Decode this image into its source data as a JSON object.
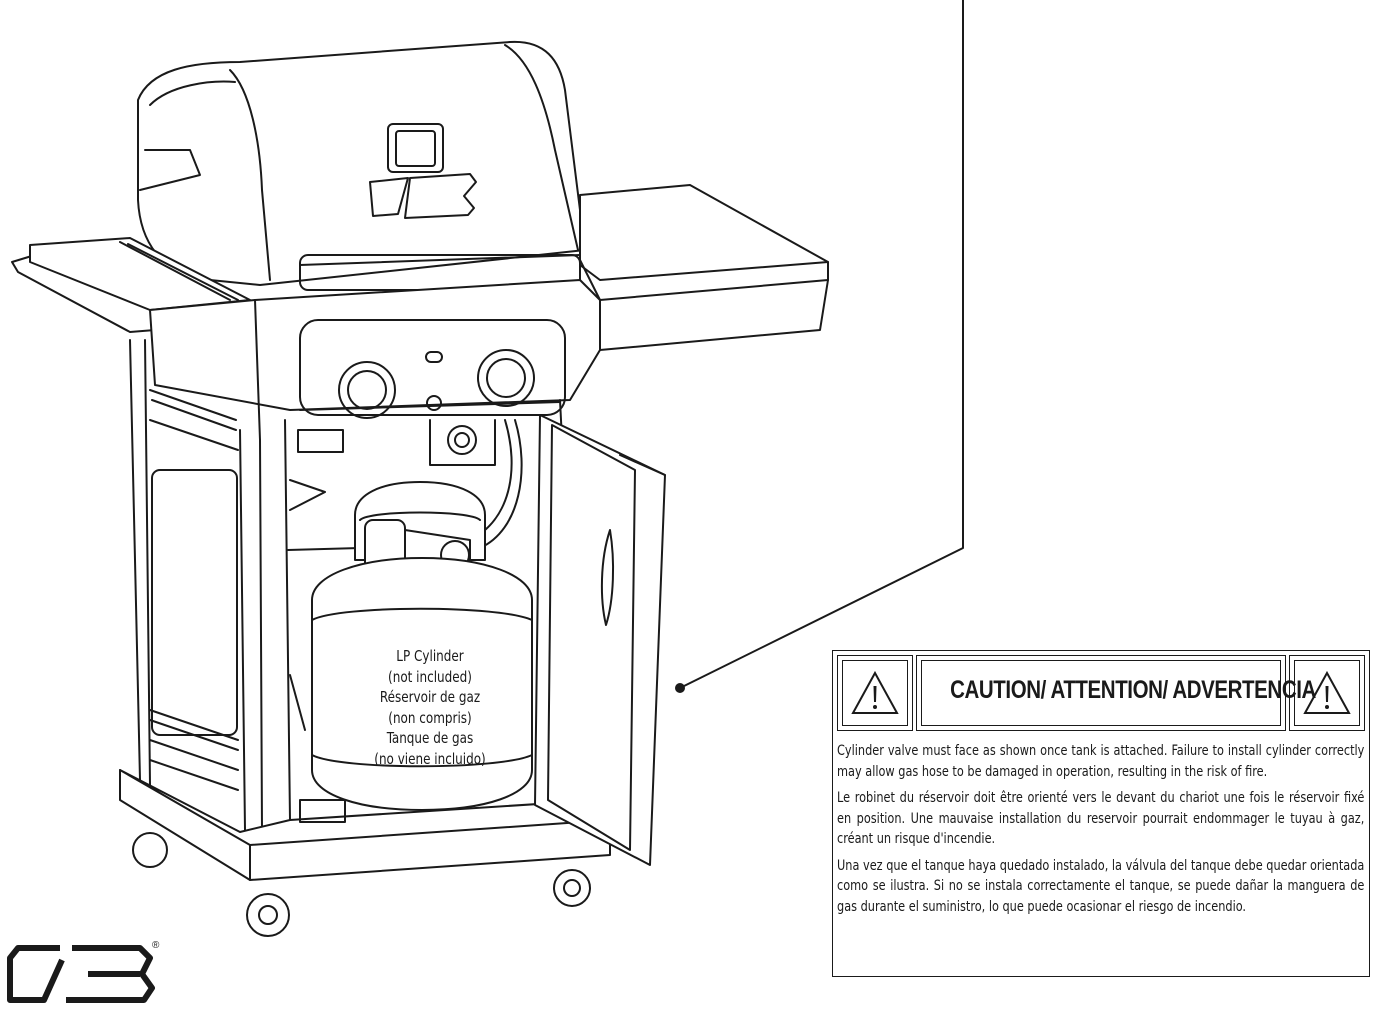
{
  "tank_label": {
    "lines": [
      "LP Cylinder",
      "(not included)",
      "Réservoir de gaz",
      "(non compris)",
      "Tanque de gas",
      "(no viene incluido)"
    ]
  },
  "warning": {
    "title": "CAUTION/ ATTENTION/ ADVERTENCIA",
    "icon": "warning-triangle-icon",
    "paragraphs": [
      "Cylinder valve must face as shown once tank is attached. Failure to install cylinder correctly may allow gas hose to be damaged in operation, resulting in the risk of fire.",
      "Le robinet du réservoir doit être orienté vers le devant du chariot une fois le réservoir fixé en position. Une mauvaise installation du reservoir pourrait endommager le tuyau à gaz, créant un risque d'incendie.",
      "Una vez que el tanque haya quedado instalado, la válvula del tanque debe quedar orientada como se ilustra. Si no se instala correctamente el tanque, se puede dañar la manguera de gas durante el suministro, lo que puede ocasionar el riesgo de incendio."
    ]
  },
  "brand": {
    "logo_text": "CB",
    "registered_mark": "®"
  },
  "colors": {
    "line": "#1a1a1a",
    "background": "#ffffff"
  }
}
